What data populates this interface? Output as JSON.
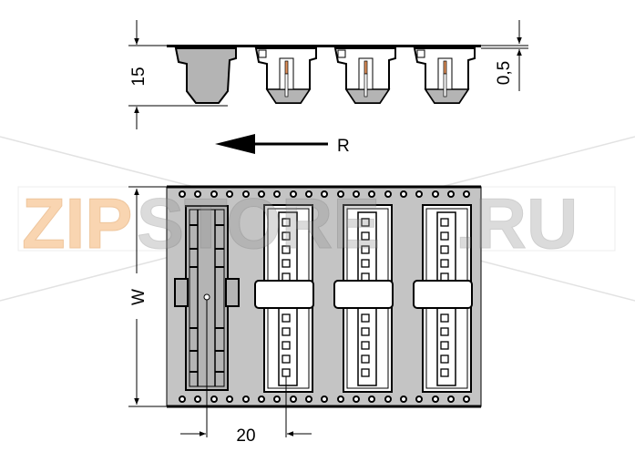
{
  "diagram": {
    "type": "technical-drawing",
    "subject": "strip of connector housings on carrier tape",
    "views": {
      "side_view": {
        "dimension_height": "15",
        "dimension_offset": "0,5",
        "housings": 4
      },
      "direction": {
        "label": "R",
        "arrow": "left"
      },
      "top_view": {
        "dimension_width": "W",
        "dimension_pitch": "20",
        "housings": 4,
        "contacts_per_housing": 10
      }
    },
    "watermark": {
      "left": "ZIP",
      "middle": "STORE",
      "right": ".RU"
    }
  },
  "colors": {
    "housing_gray": "#b4b4b4",
    "tape_gray": "#c4c4c4",
    "line": "#000000",
    "watermark_orange": "#f7c898",
    "pin_orange": "#e0905a"
  }
}
